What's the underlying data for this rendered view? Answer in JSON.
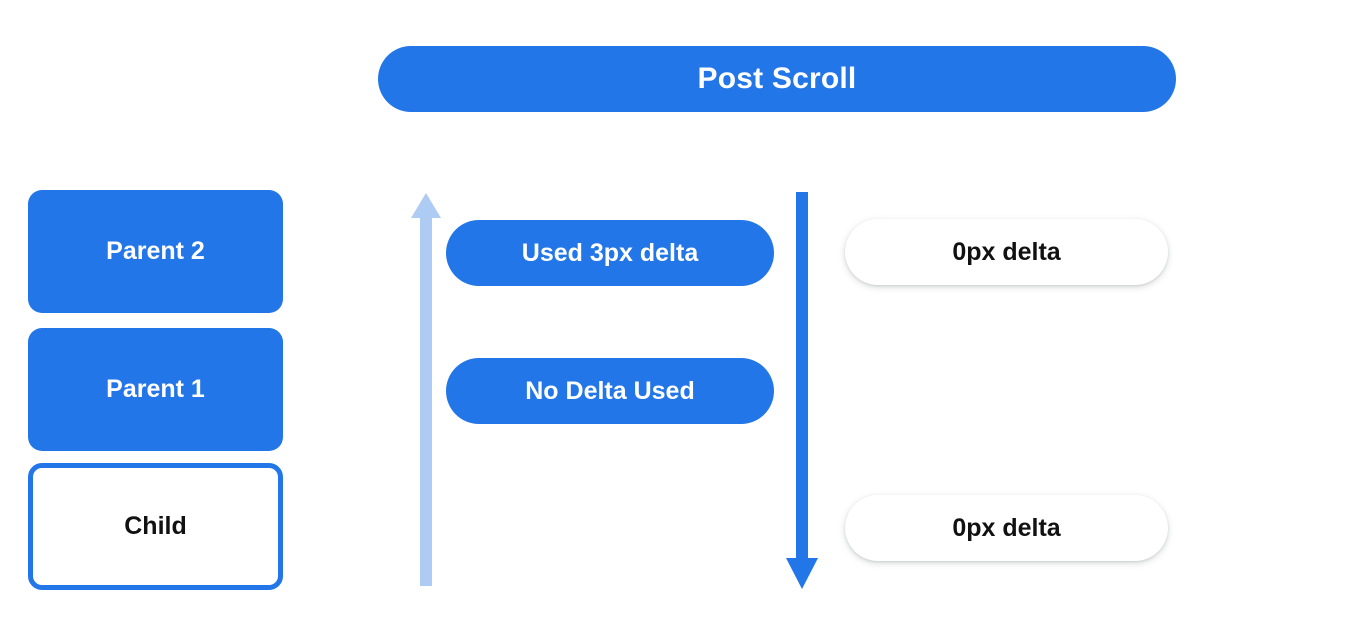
{
  "banner": {
    "label": "Post Scroll"
  },
  "stack": {
    "items": [
      {
        "label": "Parent 2",
        "style": "filled"
      },
      {
        "label": "Parent 1",
        "style": "filled"
      },
      {
        "label": "Child",
        "style": "outlined"
      }
    ]
  },
  "middle_pills": [
    {
      "label": "Used 3px delta"
    },
    {
      "label": "No Delta Used"
    }
  ],
  "right_pills": [
    {
      "label": "0px delta"
    },
    {
      "label": "0px delta"
    }
  ],
  "arrows": [
    {
      "name": "scroll-bubble-up-arrow",
      "direction": "up",
      "color": "#aecbf4"
    },
    {
      "name": "scroll-dispatch-down-arrow",
      "direction": "down",
      "color": "#2276e8"
    }
  ],
  "colors": {
    "brand_blue": "#2276e8",
    "light_blue": "#aecbf4",
    "page_background": "#ffffff",
    "text_on_blue": "#ffffff",
    "text_dark": "#111111"
  }
}
